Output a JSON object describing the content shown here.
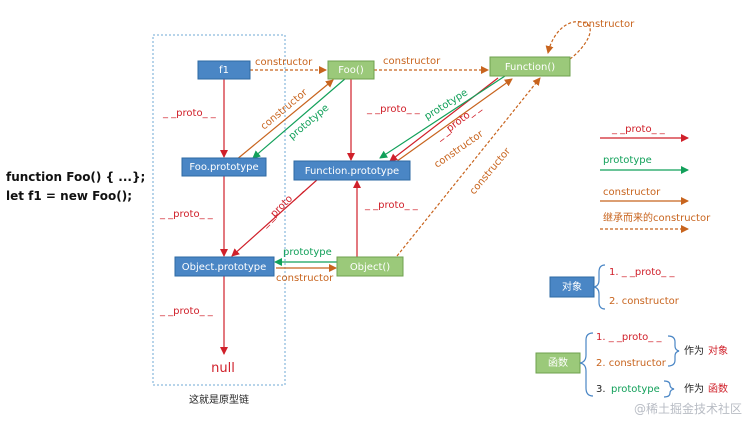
{
  "code": {
    "line1": "function Foo() { ...};",
    "line2": "let f1 = new Foo();"
  },
  "nodes": {
    "f1": "f1",
    "foo": "Foo()",
    "function_ctor": "Function()",
    "foo_prototype": "Foo.prototype",
    "function_prototype": "Function.prototype",
    "object_prototype": "Object.prototype",
    "object_ctor": "Object()",
    "null": "null"
  },
  "edge_labels": {
    "proto": "_ _proto_ _",
    "prototype": "prototype",
    "constructor": "constructor"
  },
  "chain_caption": "这就是原型链",
  "legend": {
    "proto": "_ _proto_ _",
    "prototype": "prototype",
    "constructor": "constructor",
    "inherited": "继承而来的constructor"
  },
  "object_box": {
    "label": "对象",
    "item1": "1. _ _proto_ _",
    "item2": "2. constructor"
  },
  "function_box": {
    "label": "函数",
    "item1": "1. _ _proto_ _",
    "item2": "2. constructor",
    "item3_prefix": "3.",
    "item3": "prototype",
    "as_object_prefix": "作为",
    "as_object": "对象",
    "as_function_prefix": "作为",
    "as_function": "函数"
  },
  "watermark": "@稀土掘金技术社区",
  "colors": {
    "proto": "#d0202a",
    "prototype": "#12a05a",
    "constructor": "#c8641e",
    "blue_node": "#4a86c5",
    "green_node": "#9bc97a"
  }
}
